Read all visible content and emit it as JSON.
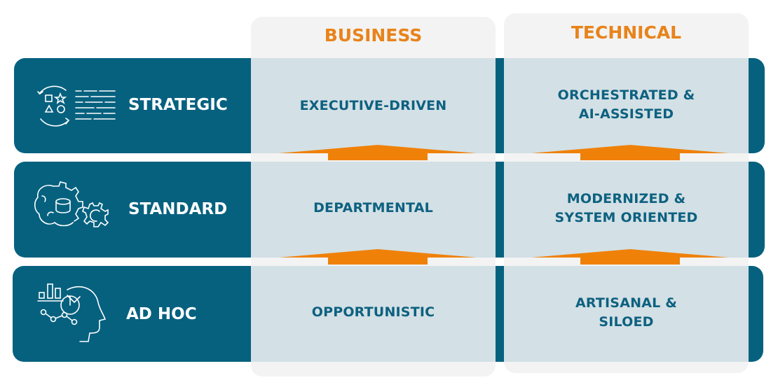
{
  "columns": [
    {
      "id": "business",
      "header": "BUSINESS"
    },
    {
      "id": "technical",
      "header": "TECHNICAL"
    }
  ],
  "rows": [
    {
      "id": "strategic",
      "label": "STRATEGIC",
      "icon": "strategy-shapes-icon",
      "business": "EXECUTIVE-DRIVEN",
      "technical_line1": "ORCHESTRATED &",
      "technical_line2": "AI-ASSISTED"
    },
    {
      "id": "standard",
      "label": "STANDARD",
      "icon": "brain-gears-database-icon",
      "business": "DEPARTMENTAL",
      "technical_line1": "MODERNIZED &",
      "technical_line2": "SYSTEM ORIENTED"
    },
    {
      "id": "adhoc",
      "label": "AD HOC",
      "icon": "head-analytics-icon",
      "business": "OPPORTUNISTIC",
      "technical_line1": "ARTISANAL &",
      "technical_line2": "SILOED"
    }
  ],
  "colors": {
    "band": "#06617f",
    "cell": "#d3e0e5",
    "column_bg": "#f3f3f3",
    "header_text": "#e8831a",
    "cell_text": "#0d6180",
    "arrow": "#ef8109"
  }
}
